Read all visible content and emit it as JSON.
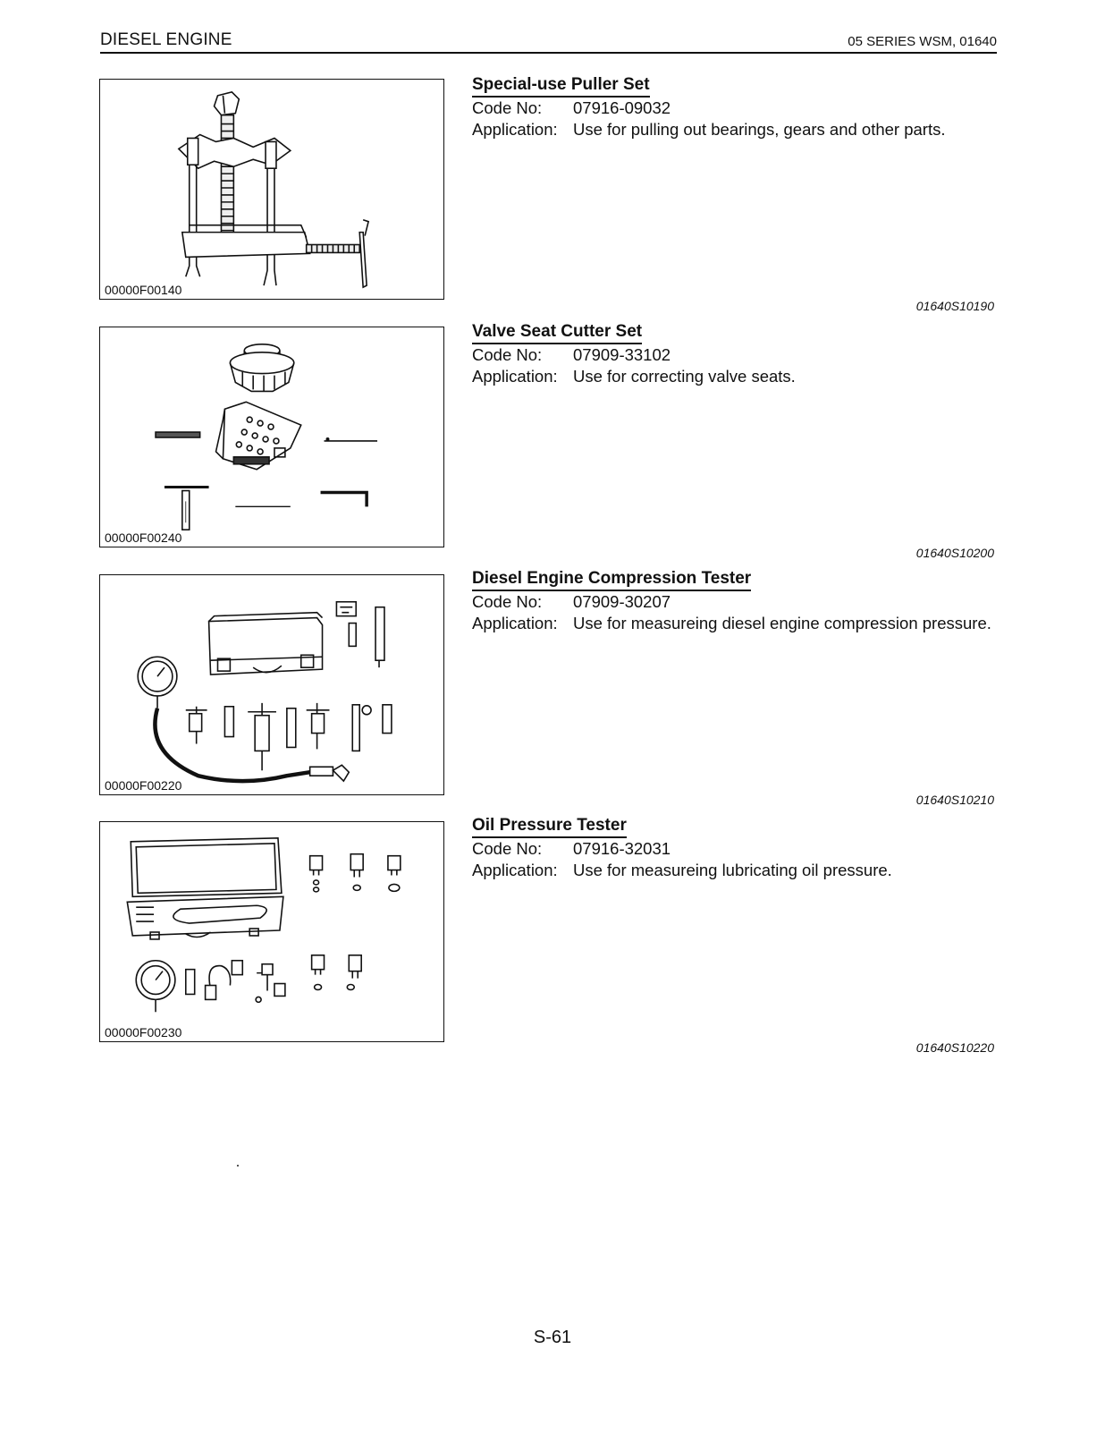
{
  "header": {
    "left": "DIESEL ENGINE",
    "right": "05 SERIES WSM, 01640"
  },
  "labels": {
    "code_no": "Code No:",
    "application": "Application:"
  },
  "entries": [
    {
      "figure_id": "00000F00140",
      "title": "Special-use Puller Set",
      "code": "07916-09032",
      "application": "Use for pulling out bearings, gears and other parts.",
      "ref": "01640S10190"
    },
    {
      "figure_id": "00000F00240",
      "title": "Valve Seat Cutter Set",
      "code": "07909-33102",
      "application": "Use for correcting valve seats.",
      "ref": "01640S10200"
    },
    {
      "figure_id": "00000F00220",
      "title": "Diesel Engine Compression Tester",
      "code": "07909-30207",
      "application": "Use for measureing diesel engine compression pressure.",
      "ref": "01640S10210"
    },
    {
      "figure_id": "00000F00230",
      "title": "Oil Pressure Tester",
      "code": "07916-32031",
      "application": "Use for measureing lubricating oil pressure.",
      "ref": "01640S10220"
    }
  ],
  "footer": {
    "page_number": "S-61"
  }
}
